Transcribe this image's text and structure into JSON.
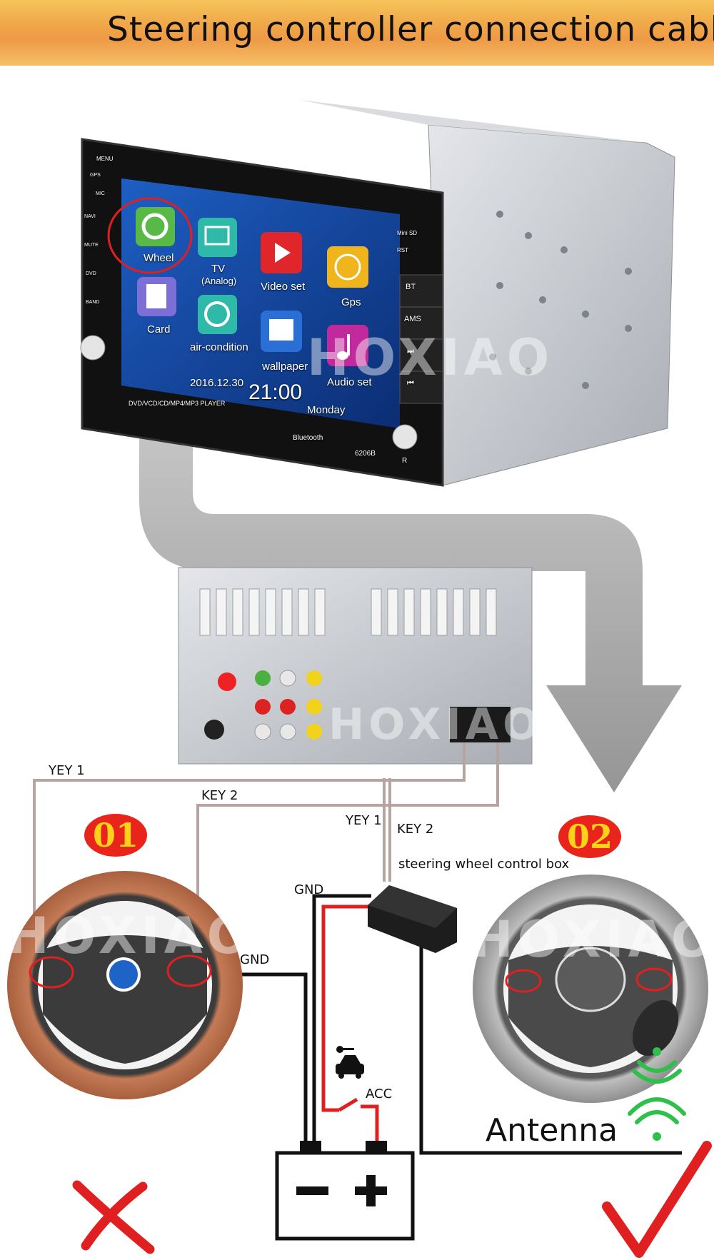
{
  "header": {
    "title": "Steering controller connection cable"
  },
  "head_unit": {
    "apps": [
      {
        "label": "Wheel",
        "icon": "steering-wheel-icon",
        "color": "#58b947"
      },
      {
        "label": "TV",
        "sub": "(Analog)",
        "icon": "tv-icon",
        "color": "#2fb9a8"
      },
      {
        "label": "Video set",
        "icon": "video-icon",
        "color": "#e0262b"
      },
      {
        "label": "Gps",
        "icon": "globe-icon",
        "color": "#f0b51c"
      },
      {
        "label": "Card",
        "icon": "sd-card-icon",
        "color": "#7d6fd6"
      },
      {
        "label": "air-condition",
        "icon": "fan-icon",
        "color": "#2fb9a8"
      },
      {
        "label": "wallpaper",
        "icon": "picture-icon",
        "color": "#2a6fd6"
      },
      {
        "label": "Audio set",
        "icon": "music-note-icon",
        "color": "#c02a9c"
      }
    ],
    "date": "2016.12.30",
    "time": "21:00",
    "day": "Monday",
    "buttons": [
      "BT",
      "AMS",
      "⏭",
      "⏮"
    ],
    "left_buttons": [
      "MENU",
      "GPS",
      "MIC",
      "NAVI",
      "MUTE",
      "DVD",
      "BAND"
    ],
    "bottom_labels": {
      "player": "DVD/VCD/CD/MP4/MP3 PLAYER",
      "bluetooth": "Bluetooth",
      "model": "6206B",
      "reset": "R"
    },
    "top_labels": {
      "sd": "Mini SD",
      "rst": "RST"
    }
  },
  "watermark": "HOXIAO",
  "wiring": {
    "left_key1": "YEY 1",
    "left_key2": "KEY 2",
    "mid_key1": "YEY 1",
    "mid_key2": "KEY 2",
    "control_box": "steering wheel control box",
    "gnd_top": "GND",
    "gnd_left": "GND",
    "acc": "ACC",
    "antenna": "Antenna"
  },
  "badges": {
    "left": "01",
    "right": "02"
  },
  "marks": {
    "left": "wrong",
    "right": "correct"
  },
  "colors": {
    "banner": "#f0a94a",
    "badge": "#e8241b",
    "badge_text": "#ffd21a",
    "wire_key": "#b7a3a0",
    "wire_acc": "#e02020",
    "wifi": "#2ec04a",
    "wrong": "#e02020",
    "right": "#e02020"
  }
}
